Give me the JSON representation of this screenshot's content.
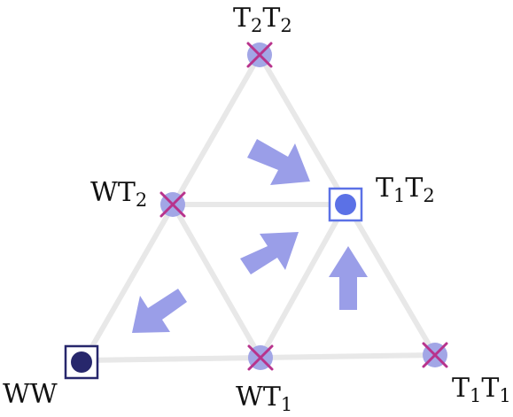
{
  "colors": {
    "edge": "#e8e8e8",
    "arrow": "#9a9ee8",
    "node": "#a2a6e6",
    "cross": "#b8338c",
    "ww": "#27276c",
    "t1t2": "#5b71e6"
  },
  "nodes": [
    {
      "id": "t2t2",
      "base": "T",
      "s1": "2",
      "mid": "T",
      "s2": "2",
      "marker": "crossed"
    },
    {
      "id": "wt2",
      "base": "WT",
      "s1": "2",
      "mid": "",
      "s2": "",
      "marker": "crossed"
    },
    {
      "id": "t1t2",
      "base": "T",
      "s1": "1",
      "mid": "T",
      "s2": "2",
      "marker": "boxed-dot"
    },
    {
      "id": "ww",
      "base": "WW",
      "s1": "",
      "mid": "",
      "s2": "",
      "marker": "boxed-dot"
    },
    {
      "id": "wt1",
      "base": "WT",
      "s1": "1",
      "mid": "",
      "s2": "",
      "marker": "crossed"
    },
    {
      "id": "t1t1",
      "base": "T",
      "s1": "1",
      "mid": "T",
      "s2": "1",
      "marker": "crossed"
    }
  ]
}
